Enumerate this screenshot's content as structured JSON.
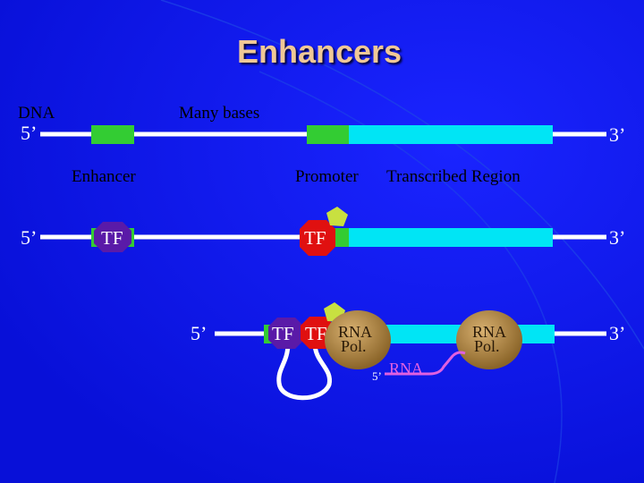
{
  "title": "Enhancers",
  "colors": {
    "background": "#0a14f0",
    "dna_strand": "#ffffff",
    "enhancer": "#33cc33",
    "promoter": "#33cc33",
    "transcribed_region": "#00e5f5",
    "tf_enhancer": "#5a1aa8",
    "tf_promoter": "#e01010",
    "tf_small": "#c8e040",
    "rna_pol": "#b8904a",
    "rna": "#e060e0"
  },
  "labels": {
    "dna": "DNA",
    "many_bases": "Many bases",
    "enhancer": "Enhancer",
    "promoter": "Promoter",
    "transcribed_region": "Transcribed Region",
    "five_prime": "5’",
    "three_prime": "3’",
    "tf": "TF",
    "rna_pol_line1": "RNA",
    "rna_pol_line2": "Pol.",
    "rna": "RNA"
  }
}
